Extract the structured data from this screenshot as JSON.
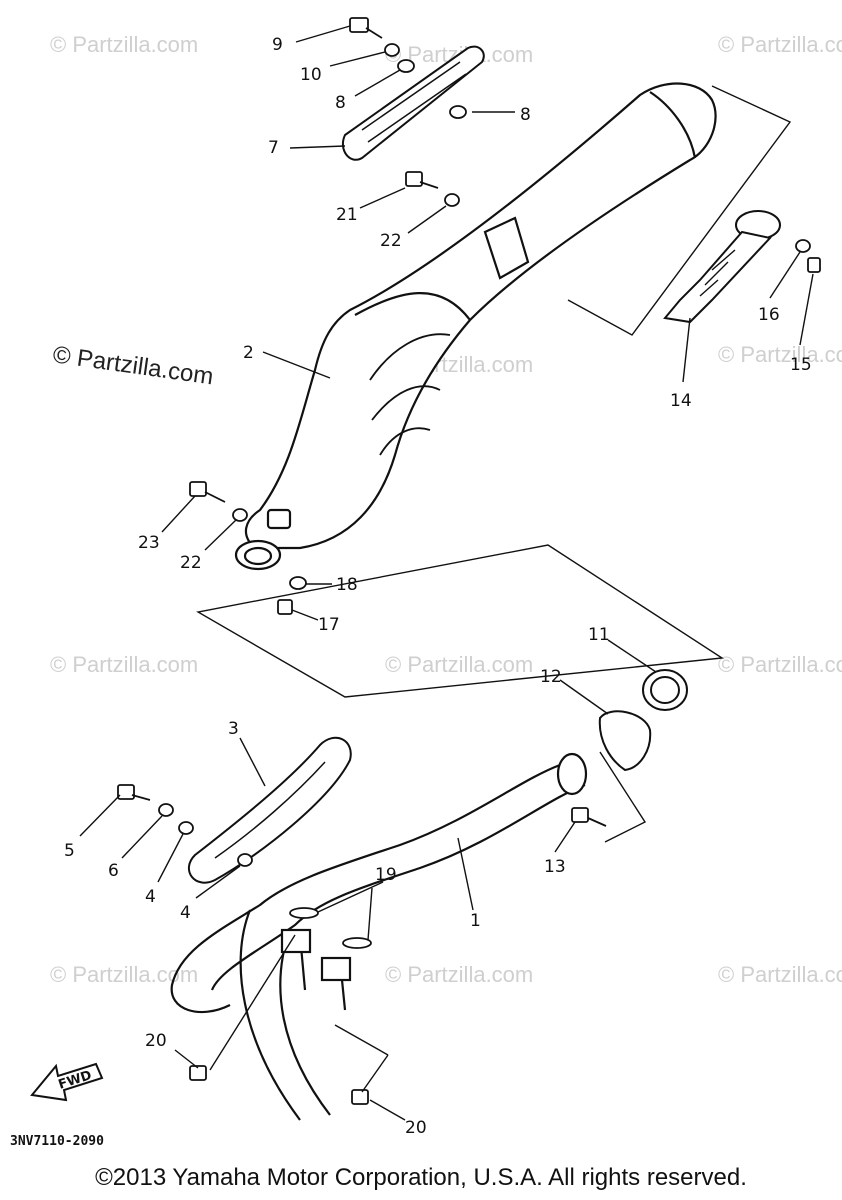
{
  "callouts": [
    {
      "label": "9"
    },
    {
      "label": "10"
    },
    {
      "label": "8"
    },
    {
      "label": "8"
    },
    {
      "label": "7"
    },
    {
      "label": "21"
    },
    {
      "label": "22"
    },
    {
      "label": "2"
    },
    {
      "label": "16"
    },
    {
      "label": "15"
    },
    {
      "label": "14"
    },
    {
      "label": "23"
    },
    {
      "label": "22"
    },
    {
      "label": "18"
    },
    {
      "label": "17"
    },
    {
      "label": "11"
    },
    {
      "label": "12"
    },
    {
      "label": "3"
    },
    {
      "label": "5"
    },
    {
      "label": "6"
    },
    {
      "label": "4"
    },
    {
      "label": "4"
    },
    {
      "label": "13"
    },
    {
      "label": "1"
    },
    {
      "label": "19"
    },
    {
      "label": "20"
    },
    {
      "label": "20"
    }
  ],
  "fwd_label": "FWD",
  "diagram_code": "3NV7110-2090",
  "watermark": "© Partzilla.com",
  "copyright": "©2013 Yamaha Motor Corporation, U.S.A. All rights reserved.",
  "colors": {
    "line": "#111111",
    "watermark": "#cfcfcf"
  }
}
